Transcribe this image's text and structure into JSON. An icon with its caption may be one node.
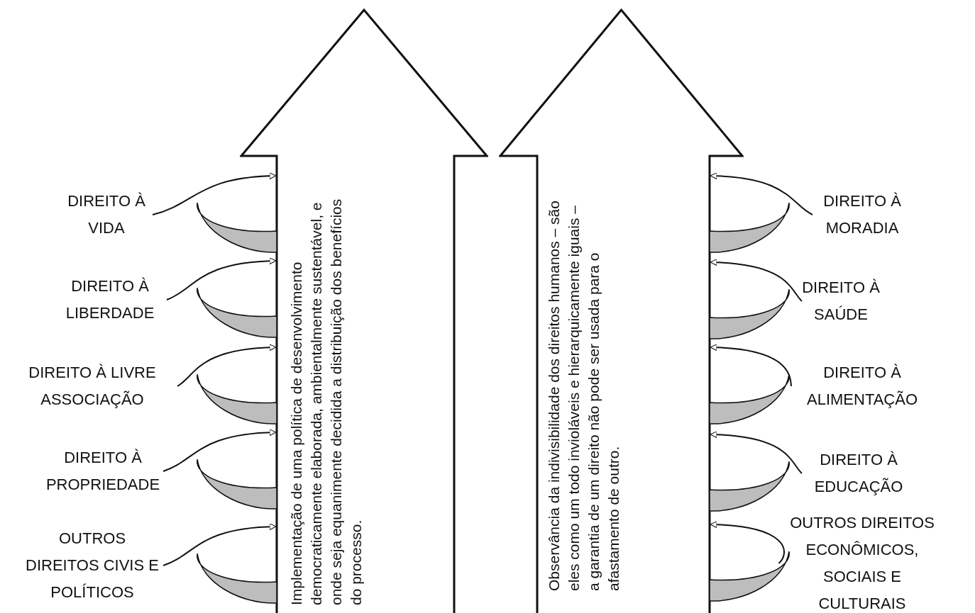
{
  "diagram": {
    "nodes": [
      {
        "text": [
          "Implementação de uma política de desenvolvimento democraticamente elaborada, ambientalmente sustentável, e onde seja equanimente decidida a distribuição dos benefícios do processo."
        ]
      },
      {
        "text": [
          "Observância da indivisibilidade dos direitos humanos – são eles como um todo invioláveis e hierarquicamente iguais – a garantia de um direito não pode ser usada para o afastamento de outro."
        ]
      },
      {
        "text": [
          "DIREITO À VIDA"
        ]
      },
      {
        "text": [
          "DIREITO À LIBERDADE"
        ]
      },
      {
        "text": [
          "DIREITO À LIVRE ASSOCIAÇÃO"
        ]
      },
      {
        "text": [
          "DIREITO À PROPRIEDADE"
        ]
      },
      {
        "text": [
          "OUTROS DIREITOS CIVIS E POLÍTICOS"
        ]
      },
      {
        "text": [
          "DIREITO À MORADIA"
        ]
      },
      {
        "text": [
          "DIREITO À SAÚDE"
        ]
      },
      {
        "text": [
          "DIREITO À ALIMENTAÇÃO"
        ]
      },
      {
        "text": [
          "DIREITO À EDUCAÇÃO"
        ]
      },
      {
        "text": [
          "OUTROS DIREITOS ECONÔMICOS, SOCIAIS E CULTURAIS"
        ]
      }
    ],
    "edges": [
      {
        "from": 2,
        "to": 0,
        "arrow": "to"
      },
      {
        "from": 3,
        "to": 0,
        "arrow": "to"
      },
      {
        "from": 4,
        "to": 0,
        "arrow": "to"
      },
      {
        "from": 5,
        "to": 0,
        "arrow": "to"
      },
      {
        "from": 6,
        "to": 0,
        "arrow": "to"
      },
      {
        "from": 7,
        "to": 1,
        "arrow": "to"
      },
      {
        "from": 8,
        "to": 1,
        "arrow": "to"
      },
      {
        "from": 9,
        "to": 1,
        "arrow": "to"
      },
      {
        "from": 10,
        "to": 1,
        "arrow": "to"
      },
      {
        "from": 11,
        "to": 1,
        "arrow": "to"
      }
    ]
  }
}
